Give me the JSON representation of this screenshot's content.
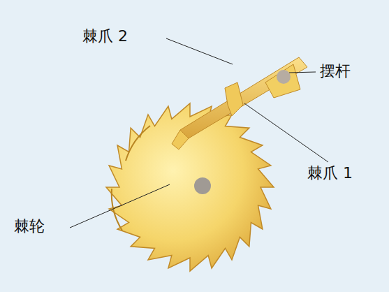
{
  "diagram": {
    "labels": [
      "棘爪 2",
      "摆杆",
      "棘爪 1",
      "棘轮"
    ]
  }
}
